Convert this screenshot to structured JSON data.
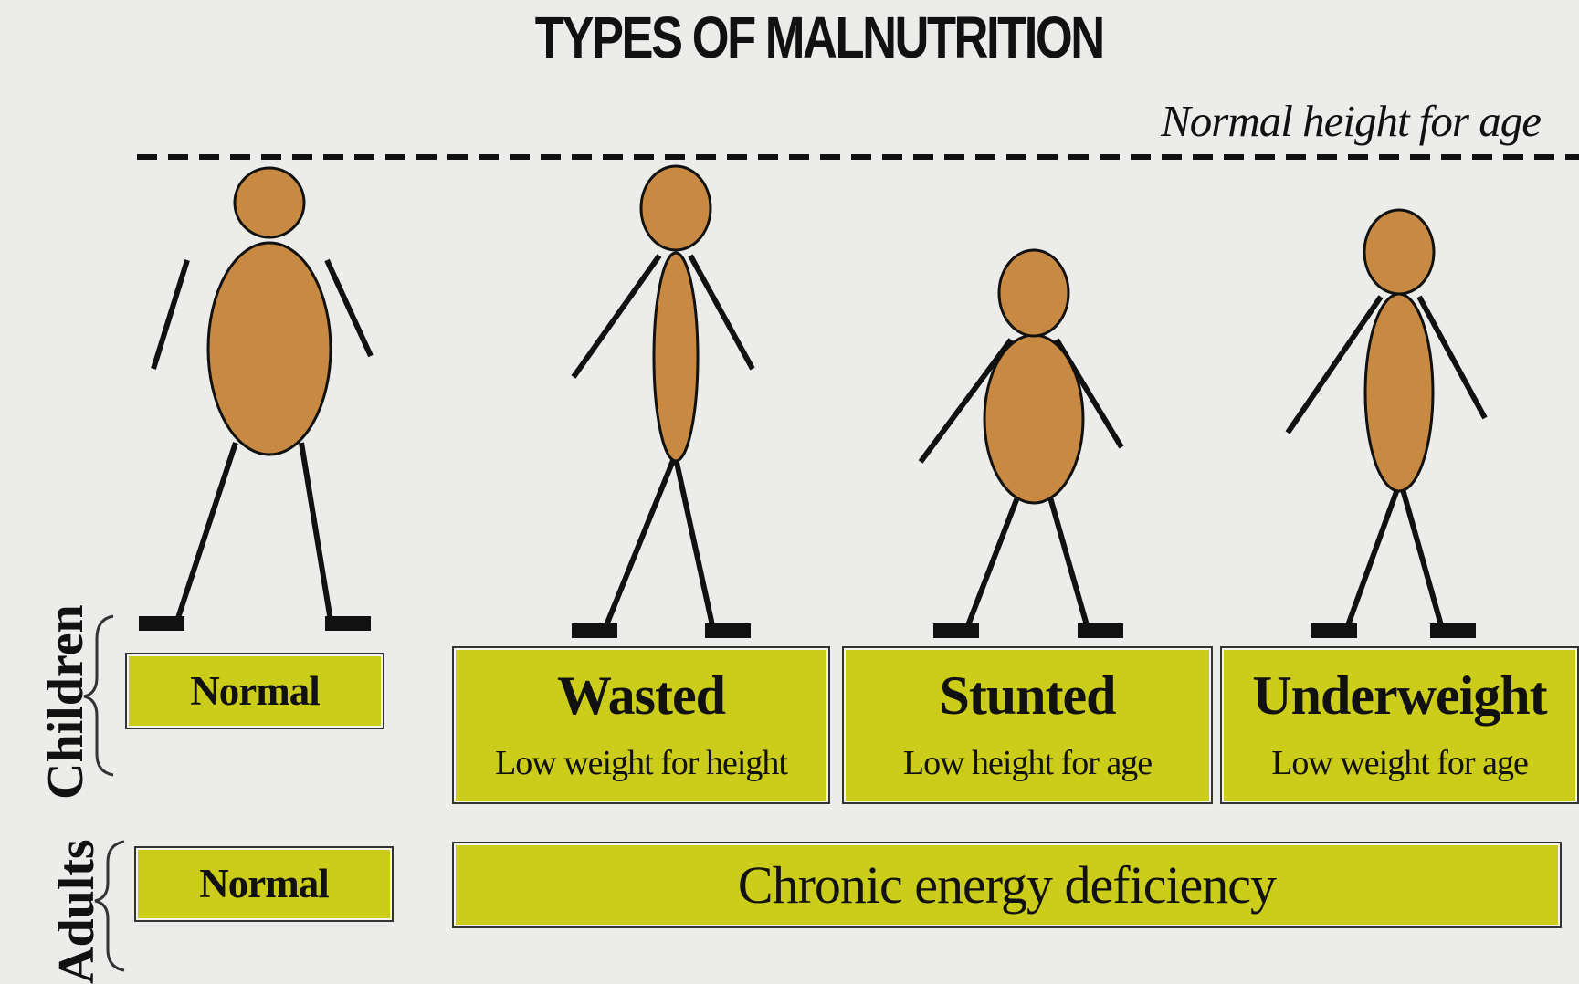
{
  "title": "TYPES OF MALNUTRITION",
  "reference_line_label": "Normal height for age",
  "colors": {
    "background": "#ececeb",
    "figure": "#c88942",
    "box": "#cccc1a"
  },
  "groups": {
    "children": {
      "label": "Children",
      "normal": "Normal",
      "types": [
        {
          "name": "Wasted",
          "description": "Low weight for height"
        },
        {
          "name": "Stunted",
          "description": "Low height for age"
        },
        {
          "name": "Underweight",
          "description": "Low weight for age"
        }
      ]
    },
    "adults": {
      "label": "Adults",
      "normal": "Normal",
      "type": "Chronic energy deficiency"
    }
  },
  "figures": [
    {
      "name": "normal-figure"
    },
    {
      "name": "wasted-figure"
    },
    {
      "name": "stunted-figure"
    },
    {
      "name": "underweight-figure"
    }
  ]
}
